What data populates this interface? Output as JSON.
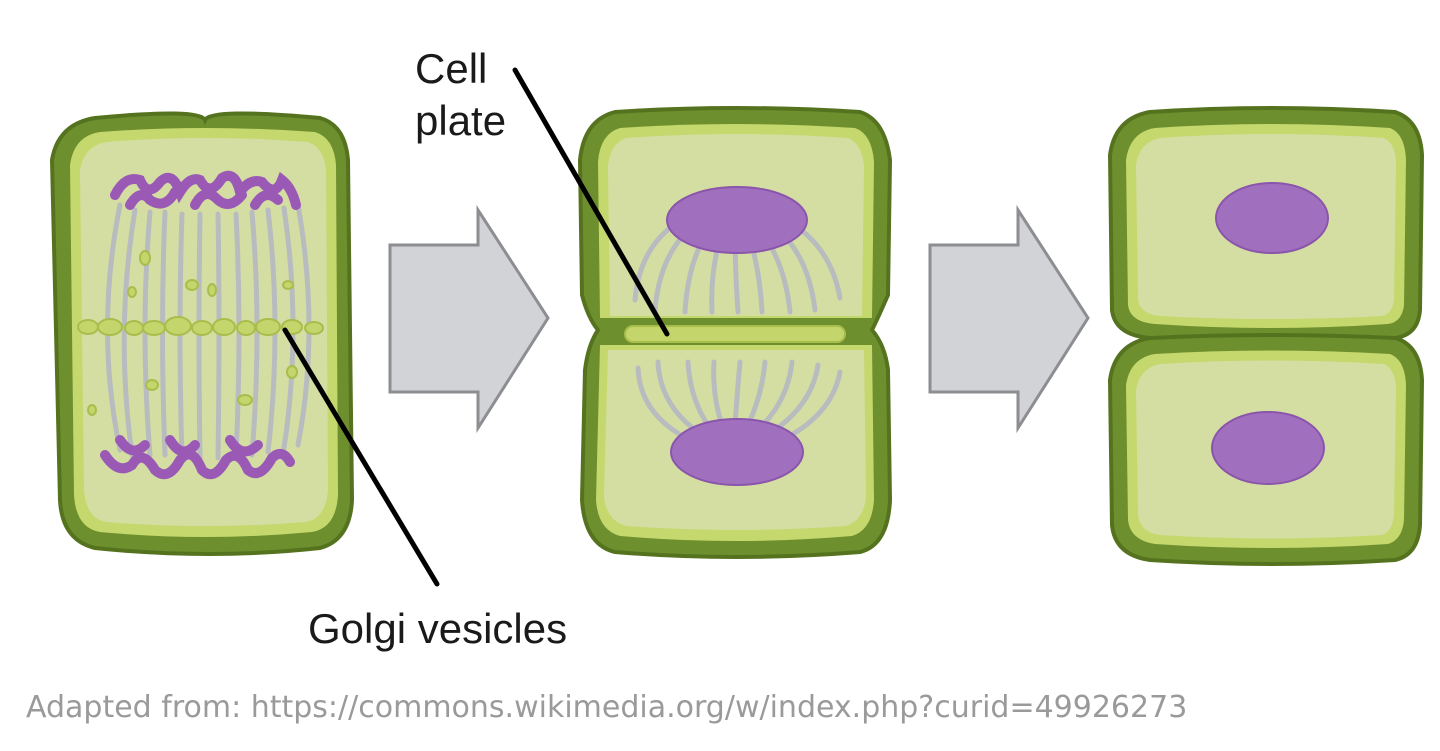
{
  "labels": {
    "cell_plate_line1": "Cell",
    "cell_plate_line2": "plate",
    "golgi_vesicles": "Golgi vesicles"
  },
  "caption": "Adapted from: https://commons.wikimedia.org/w/index.php?curid=49926273",
  "colors": {
    "cell_wall": "#6e8f2e",
    "cell_wall_dark": "#55731f",
    "membrane": "#b9cf63",
    "cytoplasm": "#d4dea3",
    "chromatin": "#9b59b6",
    "nucleus": "#a070bf",
    "spindle": "#b8bcbf",
    "vesicle": "#c3d56b",
    "arrow": "#d2d3d6",
    "arrow_stroke": "#8c8e92"
  }
}
